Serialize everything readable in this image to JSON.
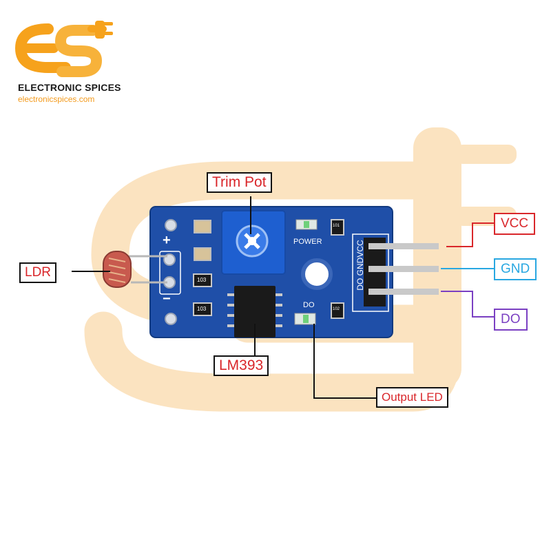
{
  "brand": {
    "name": "ELECTRONIC SPICES",
    "url": "electronicspices.com",
    "logo_colors": [
      "#f6a21c",
      "#f7c14a"
    ]
  },
  "board": {
    "pin_header_text": [
      "DO",
      "GND",
      "VCC"
    ],
    "power_label": "POWER",
    "do_label": "DO",
    "plus_mark": "+",
    "minus_mark": "−",
    "resistor_codes": [
      "103",
      "103",
      "101",
      "102"
    ],
    "pcb_color": "#1f4fa8"
  },
  "labels": {
    "trim_pot": "Trim Pot",
    "ldr": "LDR",
    "lm393": "LM393",
    "output_led": "Output LED",
    "vcc": "VCC",
    "gnd": "GND",
    "do": "DO"
  },
  "label_colors": {
    "vcc": "#d9262a",
    "gnd": "#28a7e1",
    "do": "#7a3fc2",
    "default": "#d9262a"
  }
}
